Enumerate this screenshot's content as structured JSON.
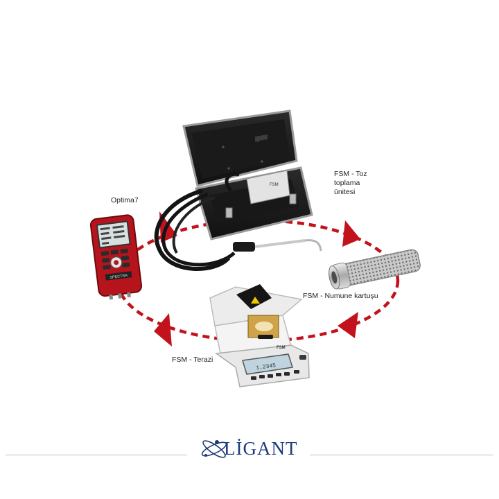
{
  "labels": {
    "optima": "Optima7",
    "toz": "FSM - Toz\ntoplama\nünitesi",
    "kartus": "FSM - Numune kartuşu",
    "terazi": "FSM - Terazi"
  },
  "device_text": {
    "case_brand": "FSM",
    "analyzer_brand": "SPECTRA",
    "scale_brand": "FSM",
    "scale_display": "1.2345"
  },
  "logo": {
    "text": "LİGANT"
  },
  "colors": {
    "arrow": "#c2121b",
    "logo": "#1d3a7a",
    "case": "#1f1f1f",
    "analyzer": "#b5141c"
  }
}
